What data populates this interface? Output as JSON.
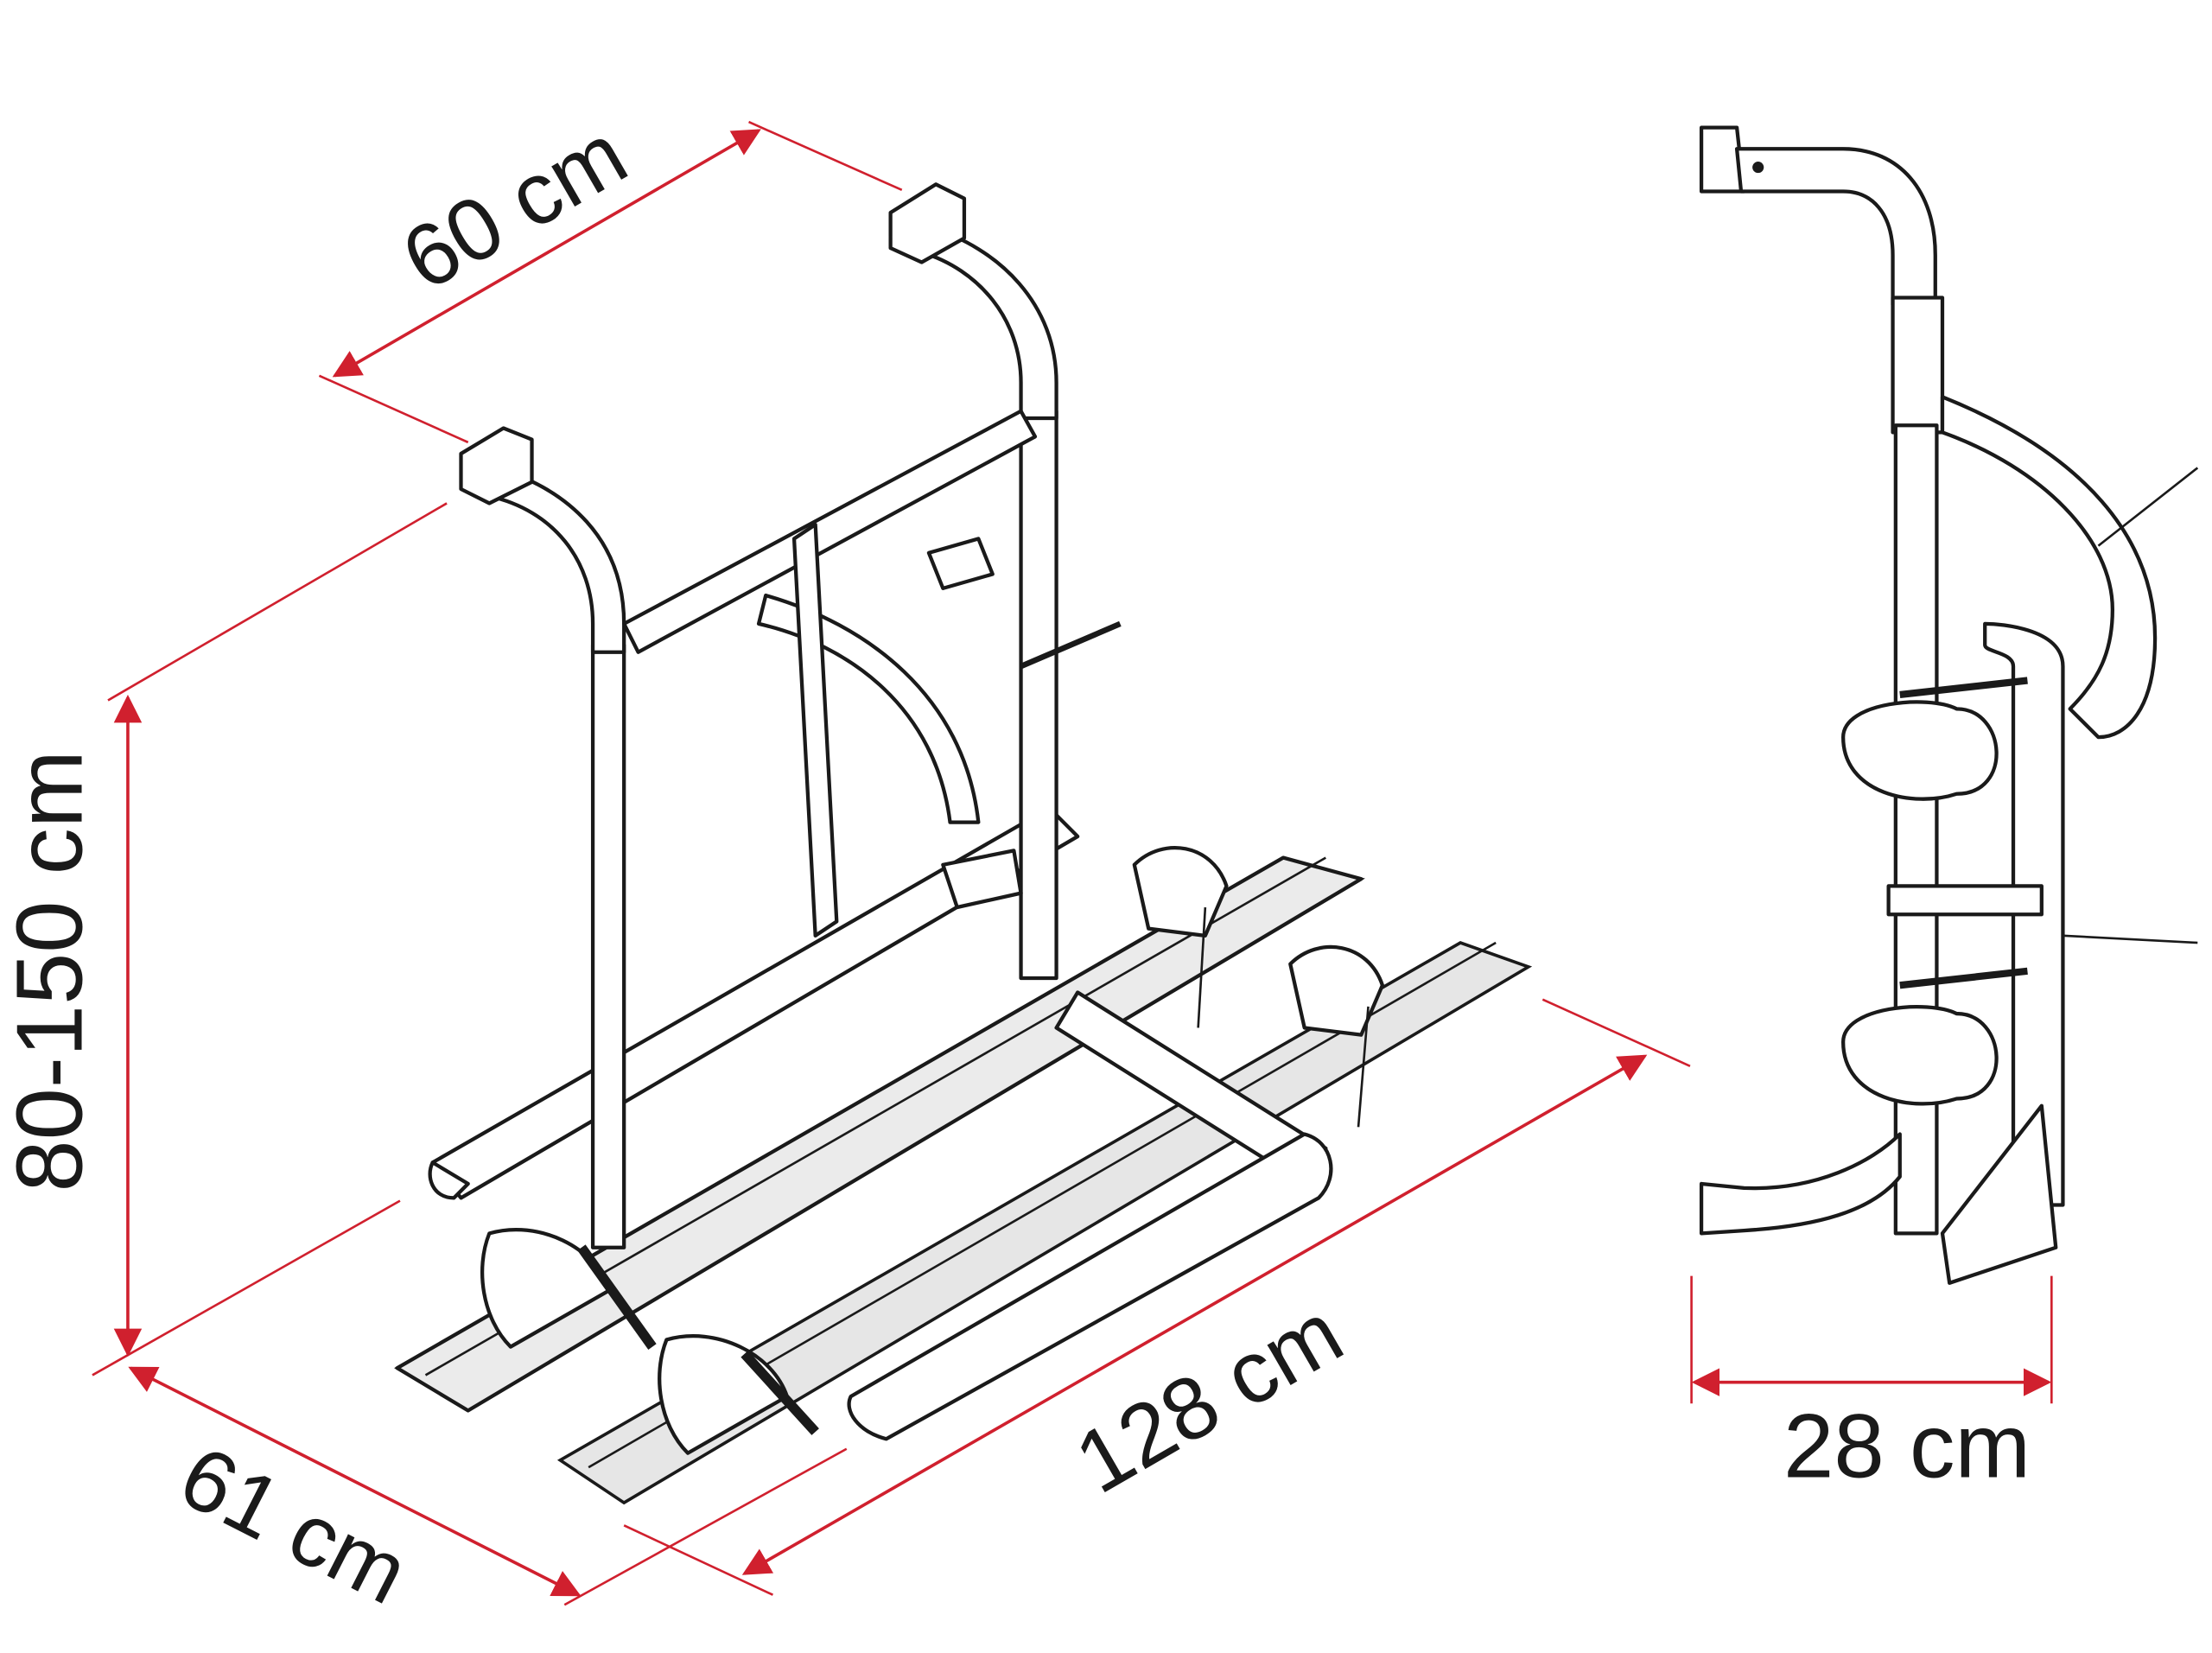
{
  "dimensions": {
    "width_top": "60 cm",
    "height_range": "80-150 cm",
    "depth": "61 cm",
    "length_rails": "128 cm",
    "side_depth": "28 cm"
  },
  "colors": {
    "dimension_lines": "#d0202e",
    "line_art": "#1a1a1a"
  }
}
